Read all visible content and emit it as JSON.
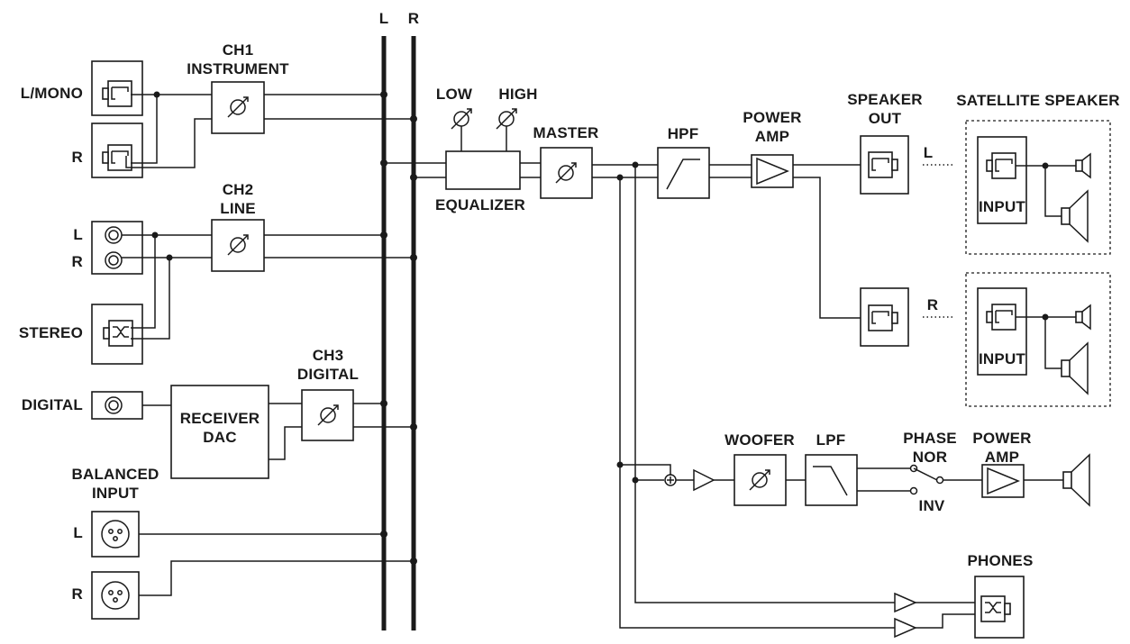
{
  "bus": {
    "left": "L",
    "right": "R"
  },
  "inputs": {
    "l_mono": "L/MONO",
    "r": "R",
    "line_l": "L",
    "line_r": "R",
    "stereo": "STEREO",
    "digital": "DIGITAL",
    "balanced_1": "BALANCED",
    "balanced_2": "INPUT",
    "bal_l": "L",
    "bal_r": "R"
  },
  "channels": {
    "ch1_1": "CH1",
    "ch1_2": "INSTRUMENT",
    "ch2_1": "CH2",
    "ch2_2": "LINE",
    "ch3_1": "CH3",
    "ch3_2": "DIGITAL"
  },
  "receiver": {
    "line1": "RECEIVER",
    "line2": "DAC"
  },
  "eq": {
    "low": "LOW",
    "high": "HIGH",
    "name": "EQUALIZER"
  },
  "master": "MASTER",
  "hpf": "HPF",
  "power_amp": {
    "line1": "POWER",
    "line2": "AMP"
  },
  "speaker_out": {
    "line1": "SPEAKER",
    "line2": "OUT",
    "l": "L",
    "r": "R"
  },
  "satellite": {
    "title": "SATELLITE SPEAKER",
    "input": "INPUT"
  },
  "woofer": "WOOFER",
  "lpf": "LPF",
  "phase": {
    "title": "PHASE",
    "nor": "NOR",
    "inv": "INV"
  },
  "sub_amp": {
    "line1": "POWER",
    "line2": "AMP"
  },
  "phones": "PHONES"
}
